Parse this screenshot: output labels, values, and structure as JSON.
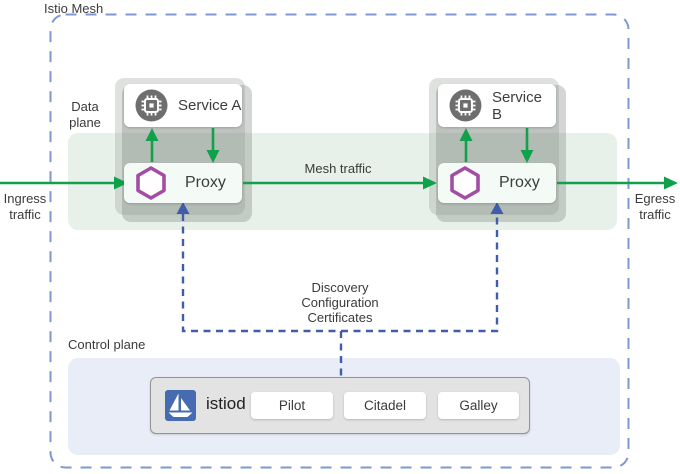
{
  "title": "Istio Mesh",
  "regions": {
    "data_plane_label": "Data\nplane",
    "control_plane_label": "Control plane"
  },
  "traffic": {
    "ingress_label": "Ingress\ntraffic",
    "egress_label": "Egress\ntraffic",
    "mesh_label": "Mesh traffic"
  },
  "connections": {
    "control_to_proxy_label": "Discovery\nConfiguration\nCertificates"
  },
  "nodes": {
    "service_a": {
      "label": "Service A",
      "icon": "chip-icon"
    },
    "service_b": {
      "label": "Service B",
      "icon": "chip-icon"
    },
    "proxy_a": {
      "label": "Proxy",
      "icon": "hexagon-icon"
    },
    "proxy_b": {
      "label": "Proxy",
      "icon": "hexagon-icon"
    },
    "istiod": {
      "label": "istiod",
      "icon": "istio-sailboat-icon",
      "components": [
        "Pilot",
        "Citadel",
        "Galley"
      ]
    }
  },
  "colors": {
    "traffic_green": "#12a14b",
    "mesh_band_green": "#e7f1e9",
    "control_band_blue": "#e9edf8",
    "connector_dash_blue": "#3f5da8",
    "mesh_border_blue": "#7e97d3",
    "proxy_purple": "#a14ea4",
    "service_icon_gray": "#6e6e6e",
    "istio_logo_blue": "#466bb0"
  }
}
